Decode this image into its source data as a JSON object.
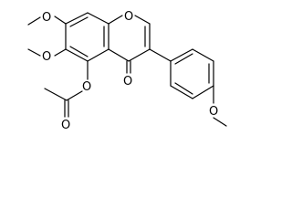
{
  "molecule": {
    "atom_labels": {
      "o_methoxy_7": "O",
      "o_methoxy_6": "O",
      "o_ring": "O",
      "o_carbonyl": "O",
      "o_ester": "O",
      "o_acetyl": "O",
      "o_methoxy_4p": "O"
    },
    "colors": {
      "bond": "#000000",
      "label": "#000000",
      "background": "#ffffff"
    }
  }
}
